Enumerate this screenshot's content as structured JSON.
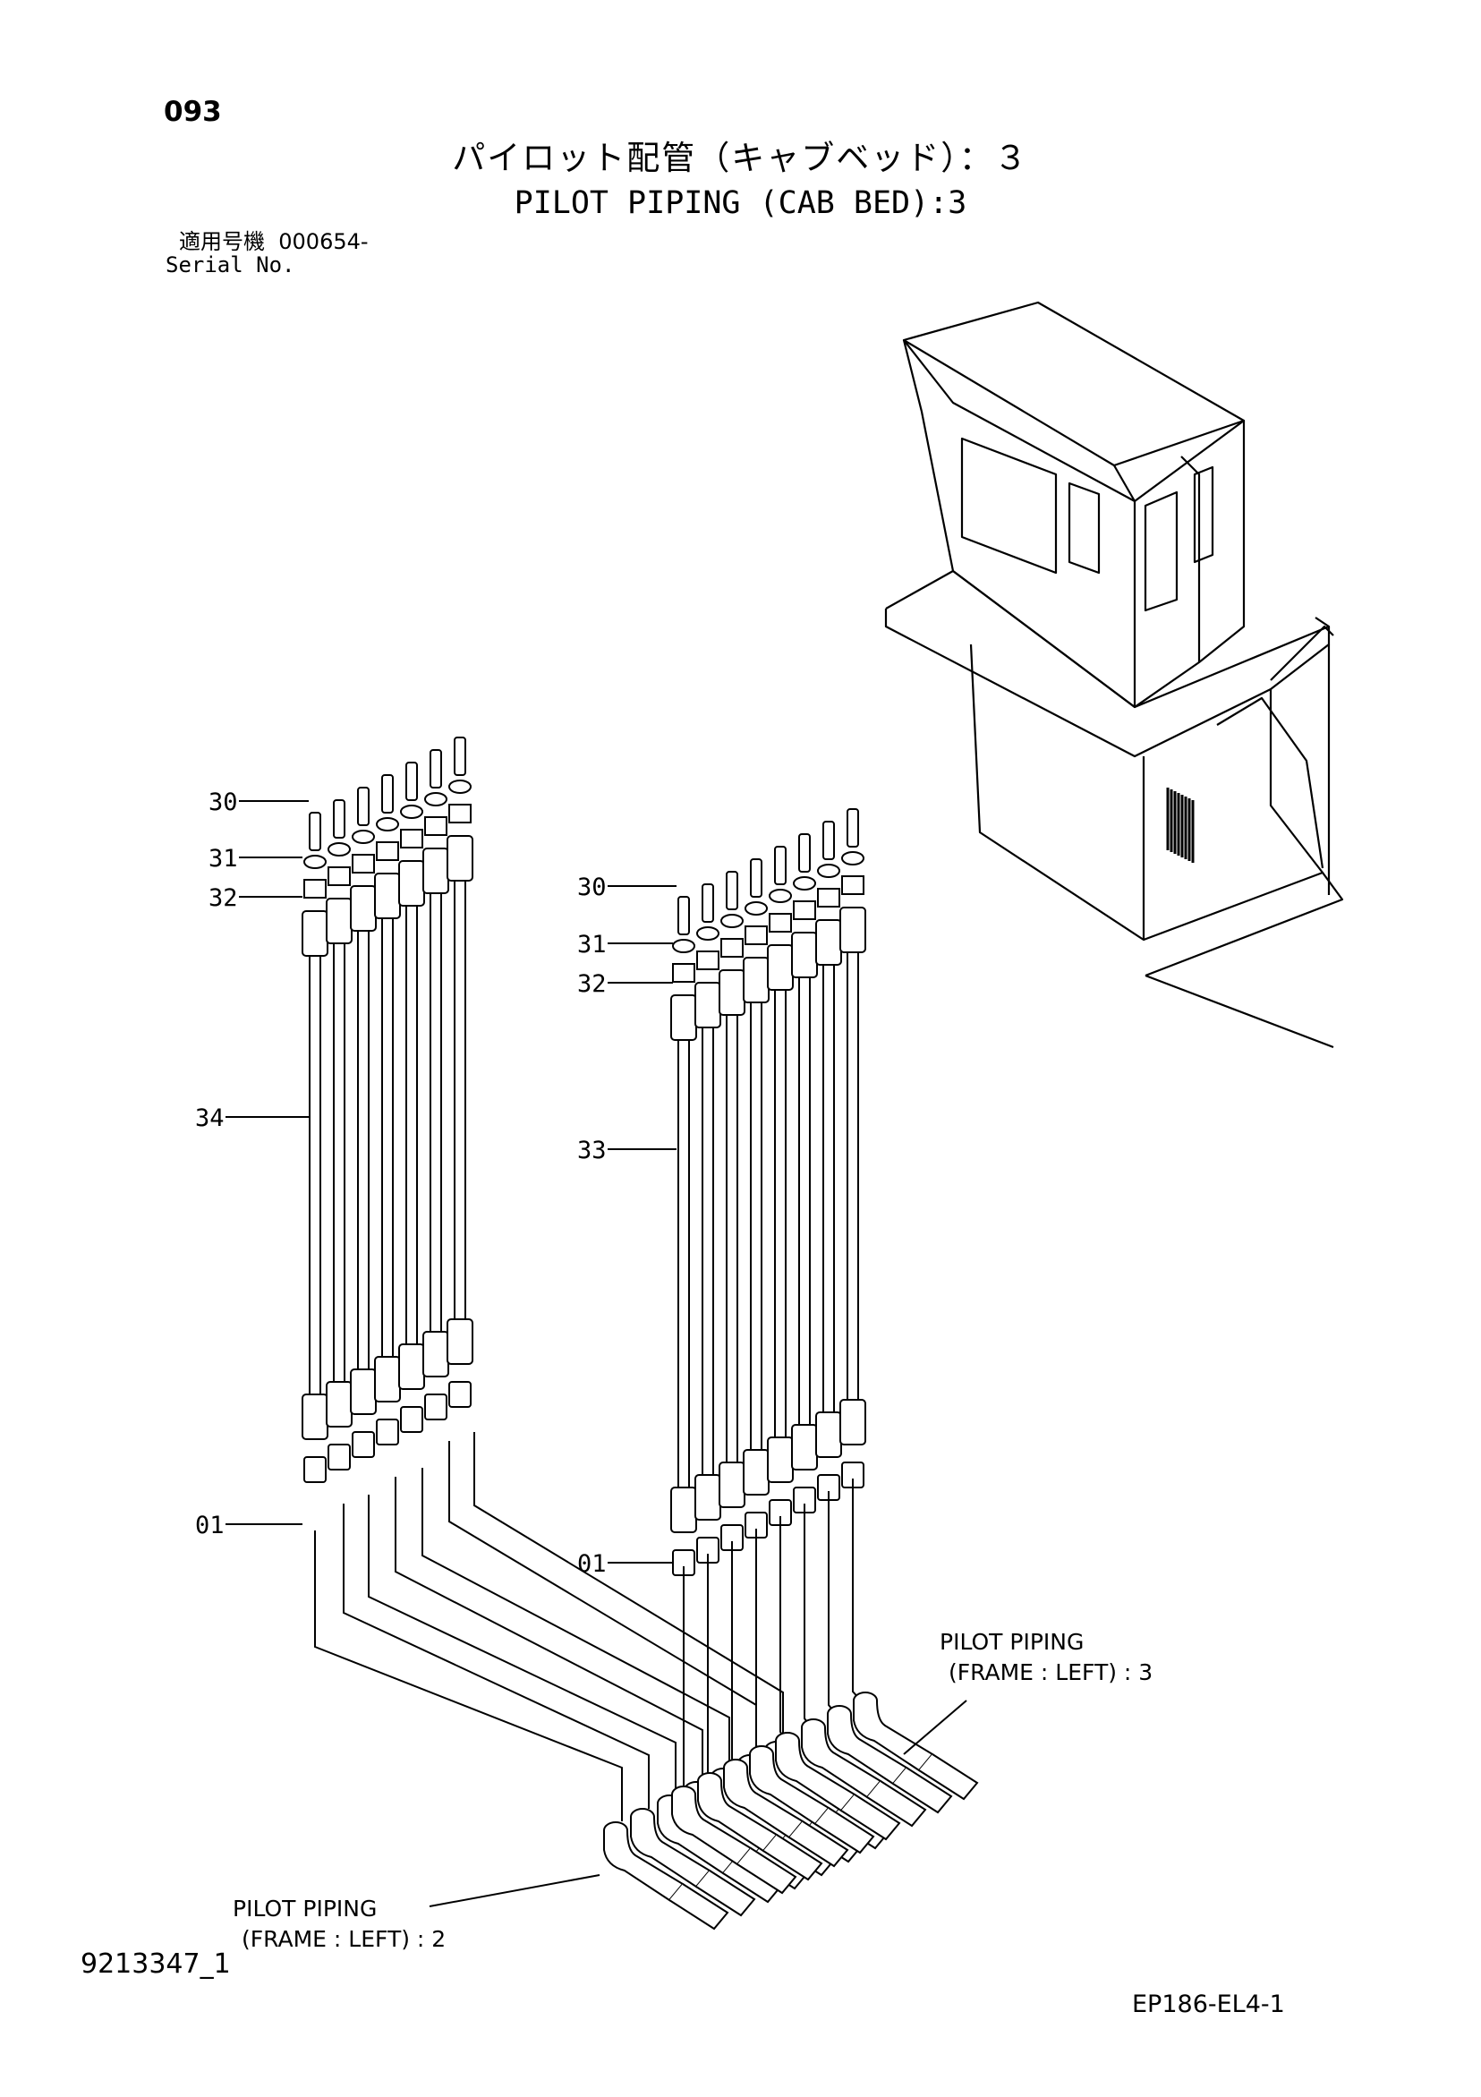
{
  "header": {
    "page_number": "093",
    "title_japanese": "パイロット配管（キャブベッド）：３",
    "title_english": "PILOT PIPING (CAB BED):3",
    "serial_label_japanese": "適用号機",
    "serial_value": "000654-",
    "serial_label_english": "Serial No."
  },
  "callouts": {
    "left": {
      "item_30": "30",
      "item_31": "31",
      "item_32": "32",
      "item_34": "34",
      "item_01": "01"
    },
    "right": {
      "item_30": "30",
      "item_31": "31",
      "item_32": "32",
      "item_33": "33",
      "item_01": "01"
    }
  },
  "notes": {
    "frame_left_3_line1": "PILOT  PIPING",
    "frame_left_3_line2": "(FRAME : LEFT)  : 3",
    "frame_left_2_line1": "PILOT  PIPING",
    "frame_left_2_line2": "(FRAME : LEFT)  : 2"
  },
  "footer": {
    "drawing_number": "9213347_1",
    "figure_code": "EP186-EL4-1"
  }
}
